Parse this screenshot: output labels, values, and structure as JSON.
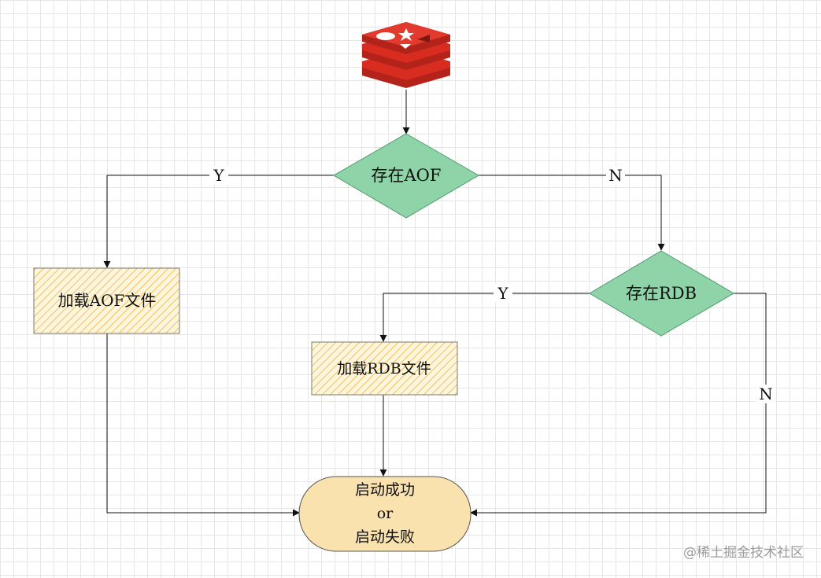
{
  "nodes": {
    "decision_aof": "存在AOF",
    "decision_rdb": "存在RDB",
    "load_aof": "加载AOF文件",
    "load_rdb": "加载RDB文件",
    "result": [
      "启动成功",
      "or",
      "启动失败"
    ]
  },
  "edges": {
    "aof_yes": "Y",
    "aof_no": "N",
    "rdb_yes": "Y",
    "rdb_no": "N"
  },
  "colors": {
    "decision_fill": "#8fd3a8",
    "decision_stroke": "#4f9a6c",
    "process_fill": "#fdf6dc",
    "process_hatch": "#f0c060",
    "process_stroke": "#7a7a6a",
    "terminal_fill": "#f9e2ad",
    "terminal_stroke": "#555555",
    "line": "#111111",
    "logo_red": "#d82c20"
  },
  "icons": {
    "logo": "redis-logo-icon"
  },
  "watermark": "@稀土掘金技术社区"
}
